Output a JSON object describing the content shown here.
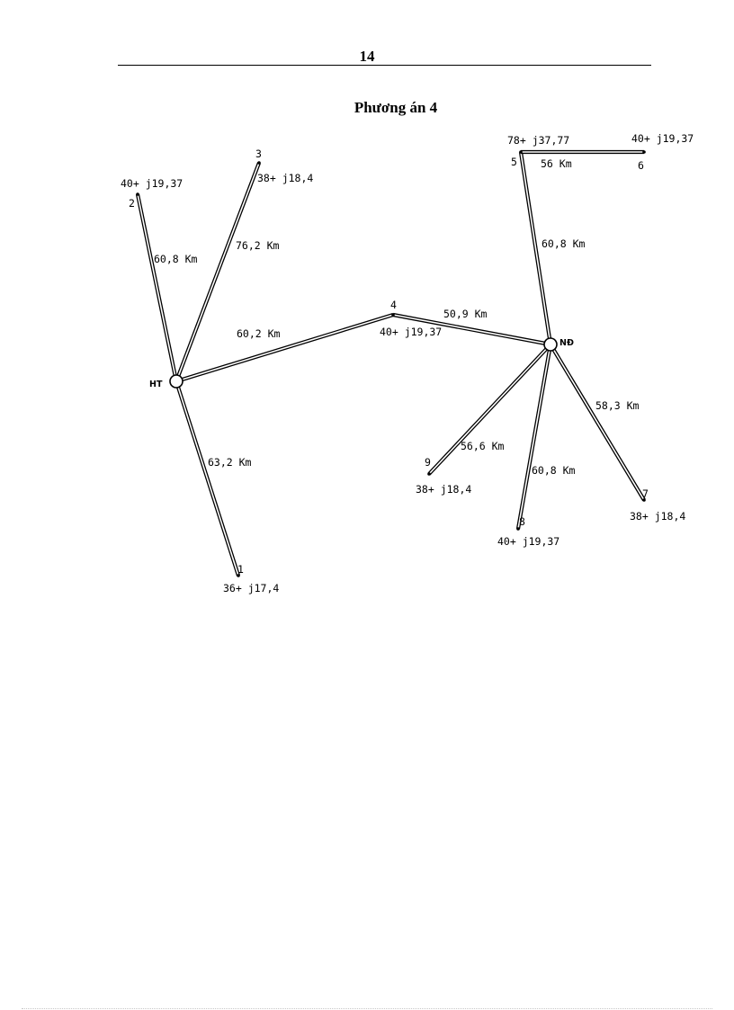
{
  "page": {
    "number": "14",
    "title": "Phương án 4"
  },
  "diagram": {
    "hubs": [
      {
        "key": "HT",
        "label": "HT"
      },
      {
        "key": "ND",
        "label": "NĐ"
      }
    ],
    "nodes": [
      {
        "key": "1",
        "label": "1",
        "load": "36+ j17,4"
      },
      {
        "key": "2",
        "label": "2",
        "load": "40+ j19,37"
      },
      {
        "key": "3",
        "label": "3",
        "load": "38+ j18,4"
      },
      {
        "key": "4",
        "label": "4",
        "load": "40+ j19,37"
      },
      {
        "key": "5",
        "label": "5",
        "load": "78+ j37,77"
      },
      {
        "key": "6",
        "label": "6",
        "load": "40+ j19,37"
      },
      {
        "key": "7",
        "label": "7",
        "load": "38+ j18,4"
      },
      {
        "key": "8",
        "label": "8",
        "load": "40+ j19,37"
      },
      {
        "key": "9",
        "label": "9",
        "load": "38+ j18,4"
      }
    ],
    "lines": [
      {
        "from": "HT",
        "to": "2",
        "length": "60,8 Km"
      },
      {
        "from": "HT",
        "to": "3",
        "length": "76,2 Km"
      },
      {
        "from": "HT",
        "to": "4",
        "length": "60,2 Km"
      },
      {
        "from": "HT",
        "to": "1",
        "length": "63,2 Km"
      },
      {
        "from": "4",
        "to": "ND",
        "length": "50,9 Km"
      },
      {
        "from": "ND",
        "to": "5",
        "length": "60,8 Km"
      },
      {
        "from": "5",
        "to": "6",
        "length": "56 Km"
      },
      {
        "from": "ND",
        "to": "9",
        "length": "56,6 Km"
      },
      {
        "from": "ND",
        "to": "8",
        "length": "60,8 Km"
      },
      {
        "from": "ND",
        "to": "7",
        "length": "58,3 Km"
      }
    ]
  }
}
